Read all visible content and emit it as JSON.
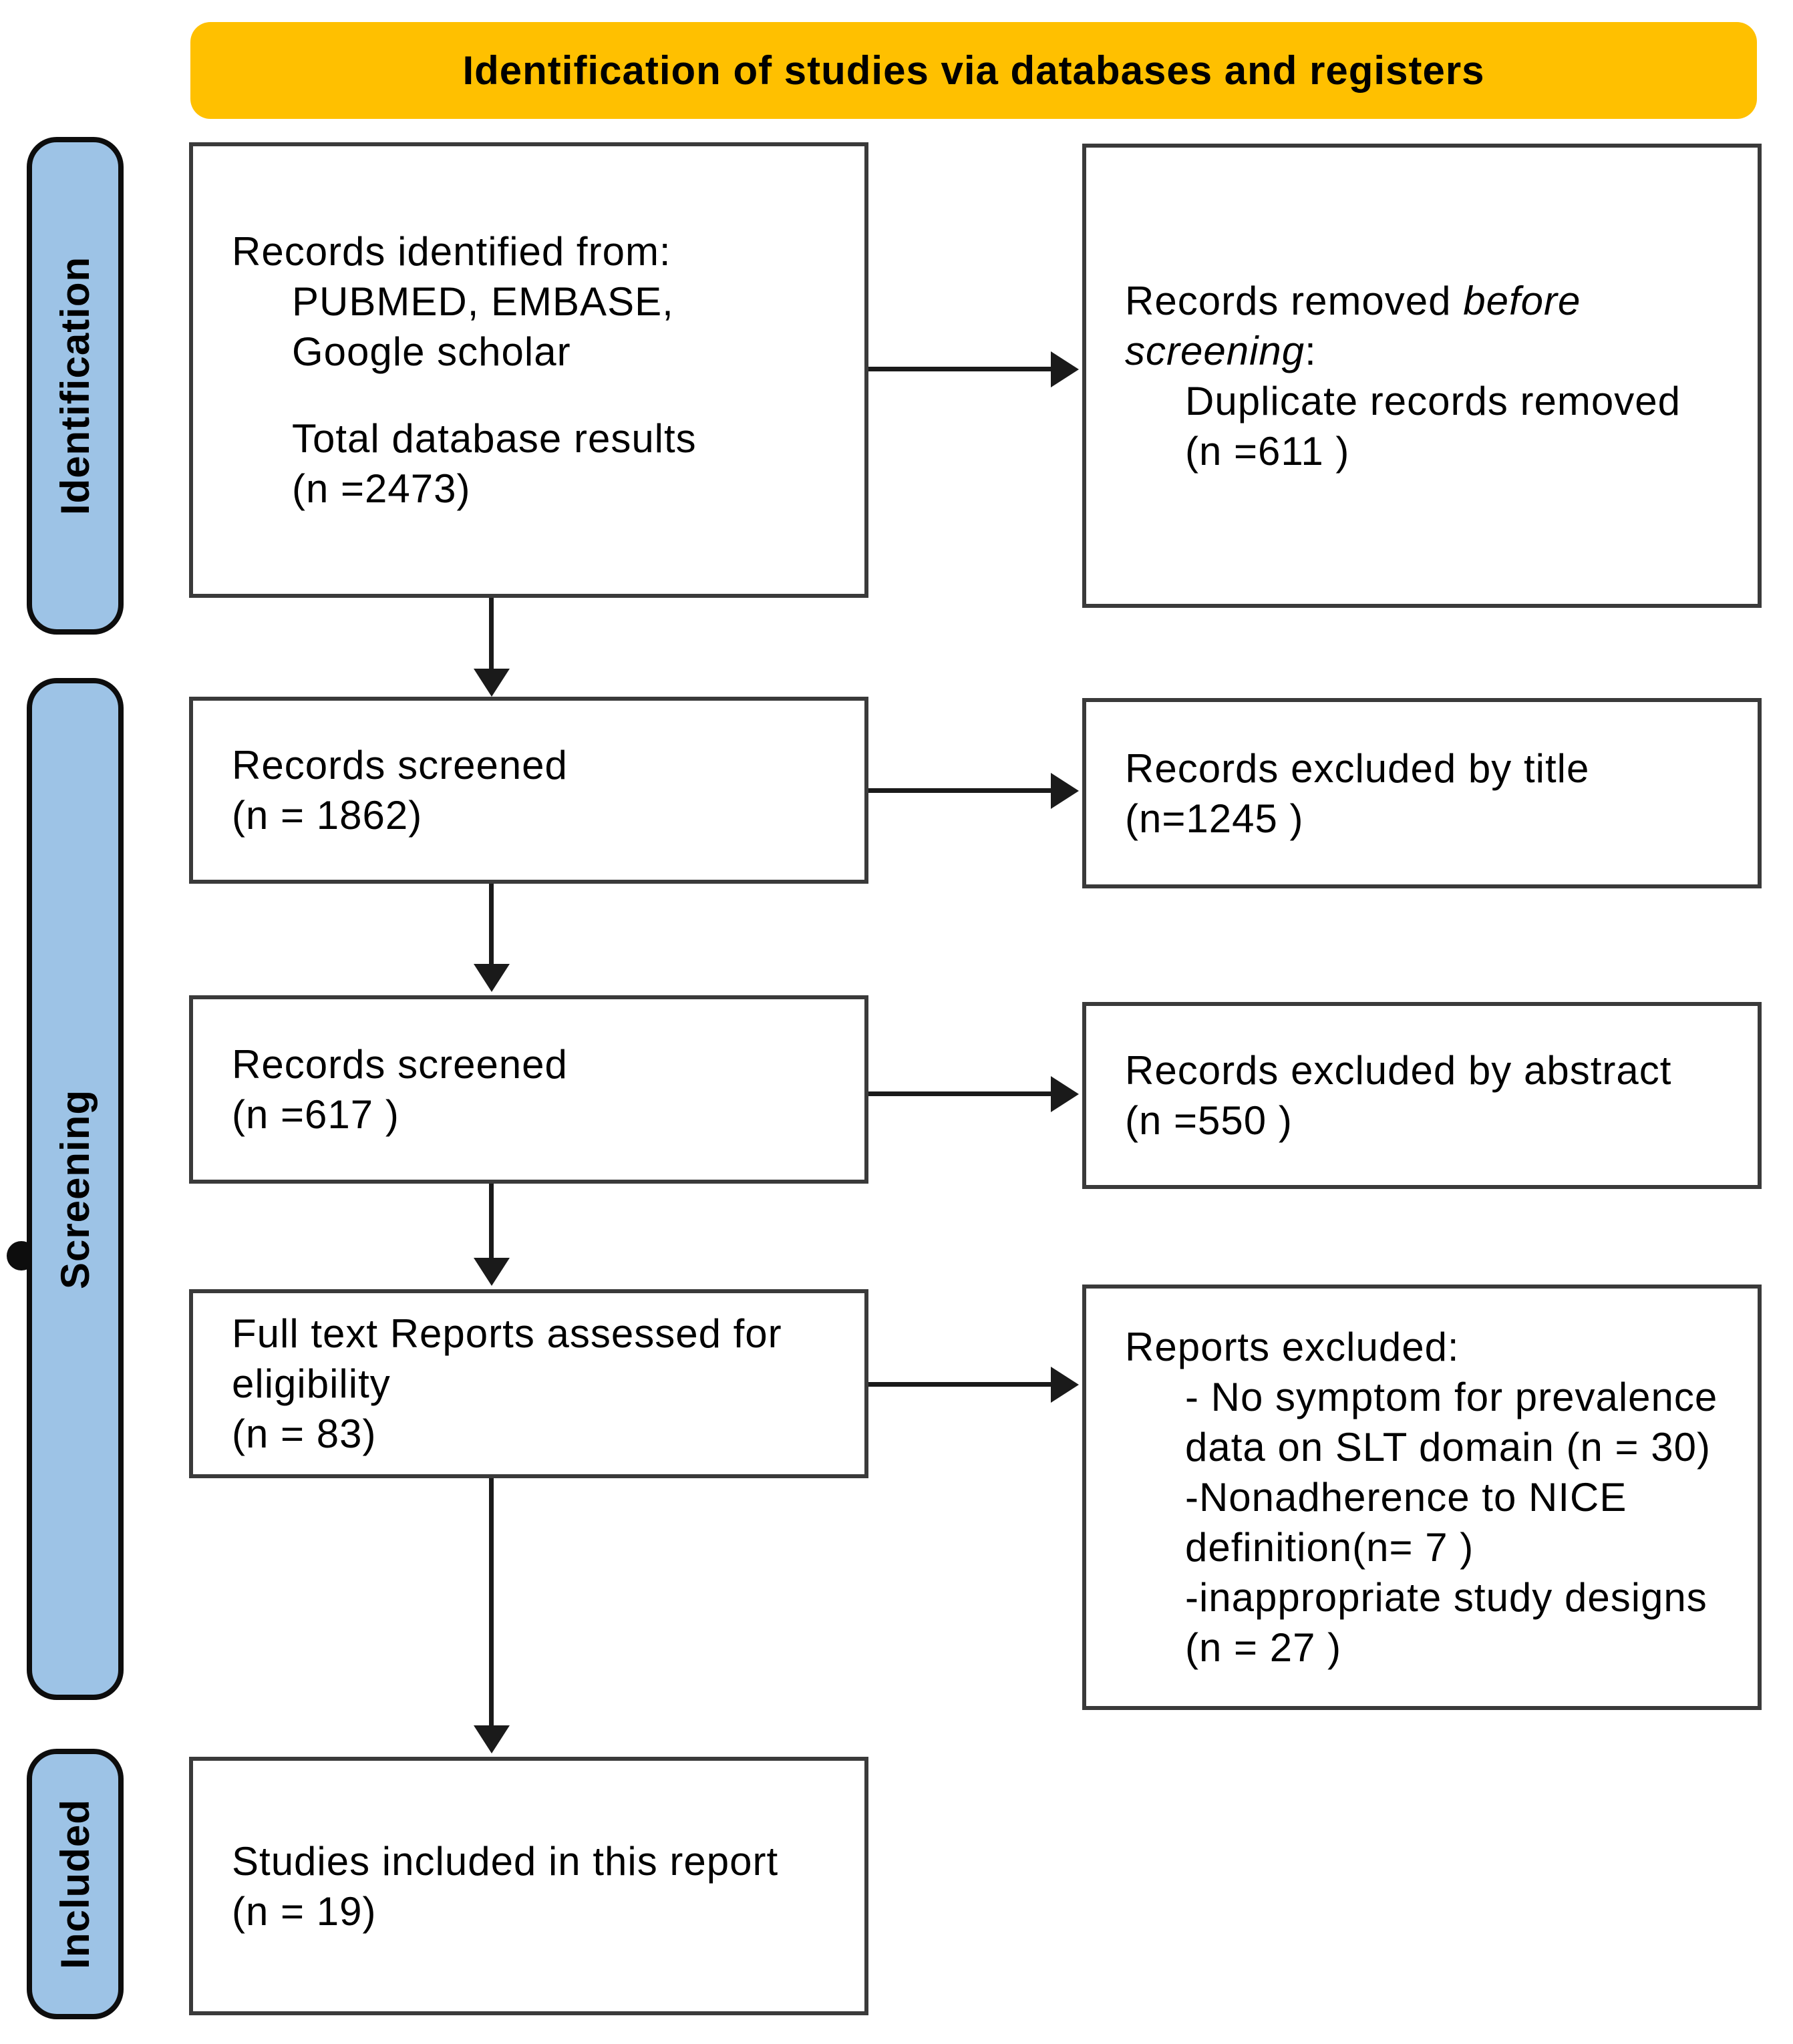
{
  "banner": {
    "title": "Identification of studies via databases and registers"
  },
  "colors": {
    "banner_bg": "#FFC000",
    "stage_bg": "#9DC3E6",
    "box_border": "#3A3A3A",
    "arrow": "#1A1A1A"
  },
  "stages": {
    "identification": "Identification",
    "screening": "Screening",
    "included": "Included"
  },
  "boxes": {
    "records_identified": {
      "line1": "Records identified from:",
      "line2": "PUBMED, EMBASE,",
      "line3": "Google scholar",
      "line4": "Total database results",
      "line5": "(n =2473)"
    },
    "records_removed": {
      "line1_normal": "Records removed ",
      "line1_italic": "before",
      "line2_italic": "screening",
      "line2_normal": ":",
      "line3": "Duplicate records removed",
      "line4": "(n =611 )"
    },
    "records_screened_1": {
      "line1": "Records screened",
      "line2": "(n = 1862)"
    },
    "excluded_by_title": {
      "line1": "Records excluded by title",
      "line2": "(n=1245 )"
    },
    "records_screened_2": {
      "line1": "Records screened",
      "line2": "(n =617 )"
    },
    "excluded_by_abstract": {
      "line1": "Records excluded by abstract",
      "line2": "(n =550 )"
    },
    "fulltext_assessed": {
      "line1": "Full text Reports assessed for",
      "line2": "eligibility",
      "line3": "(n = 83)"
    },
    "reports_excluded": {
      "title": "Reports excluded:",
      "item1a": "- No symptom for prevalence",
      "item1b": "data on SLT domain (n = 30)",
      "item2a": "-Nonadherence to NICE",
      "item2b": "definition(n= 7 )",
      "item3a": "-inappropriate study designs",
      "item3b": "(n = 27 )"
    },
    "studies_included": {
      "line1": "Studies included in this report",
      "line2": "(n = 19)"
    }
  }
}
